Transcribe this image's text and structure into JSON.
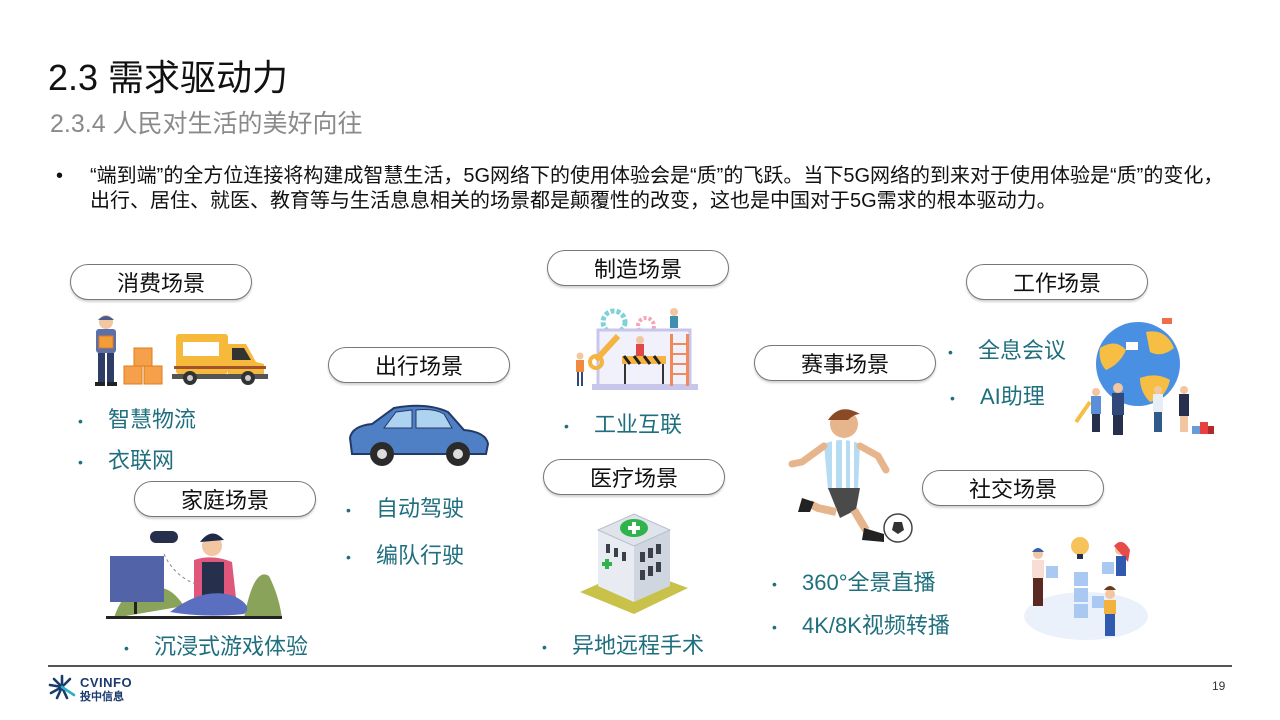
{
  "header": {
    "title": "2.3 需求驱动力",
    "subtitle": "2.3.4 人民对生活的美好向往"
  },
  "intro": {
    "bullet": "•",
    "text": "“端到端”的全方位连接将构建成智慧生活，5G网络下的使用体验会是“质”的飞跃。当下5G网络的到来对于使用体验是“质”的变化，出行、居住、就医、教育等与生活息息相关的场景都是颠覆性的改变，这也是中国对于5G需求的根本驱动力。"
  },
  "scenes": {
    "consumption": {
      "label": "消费场景",
      "icon": "delivery-truck-illustration",
      "items": [
        "智慧物流",
        "衣联网"
      ]
    },
    "home": {
      "label": "家庭场景",
      "icon": "gamer-illustration",
      "items": [
        "沉浸式游戏体验"
      ]
    },
    "travel": {
      "label": "出行场景",
      "icon": "car-illustration",
      "items": [
        "自动驾驶",
        "编队行驶"
      ]
    },
    "manufacturing": {
      "label": "制造场景",
      "icon": "construction-illustration",
      "items": [
        "工业互联"
      ]
    },
    "medical": {
      "label": "医疗场景",
      "icon": "hospital-illustration",
      "items": [
        "异地远程手术"
      ]
    },
    "sports": {
      "label": "赛事场景",
      "icon": "soccer-player-illustration",
      "items": [
        "360°全景直播",
        "4K/8K视频转播"
      ]
    },
    "work": {
      "label": "工作场景",
      "icon": "globe-team-illustration",
      "items": [
        "全息会议",
        "AI助理"
      ]
    },
    "social": {
      "label": "社交场景",
      "icon": "teamwork-illustration",
      "items": []
    }
  },
  "bullet_char": "•",
  "footer": {
    "logo_en": "CVINFO",
    "logo_cn": "投中信息",
    "page_number": "19"
  },
  "colors": {
    "accent_teal": "#1f6f7f",
    "subtitle_gray": "#8a8a8a",
    "logo_navy": "#1a3a6e"
  }
}
